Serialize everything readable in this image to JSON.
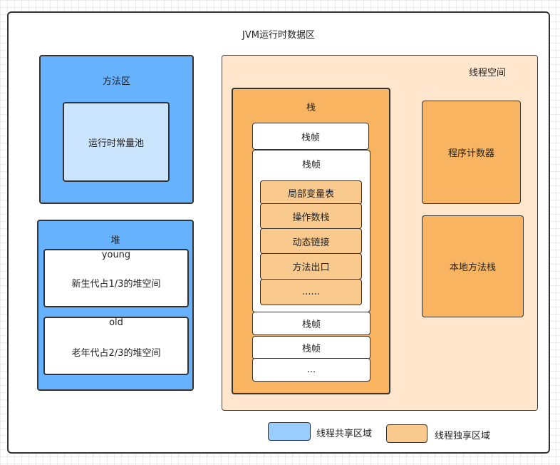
{
  "title": "JVM运行时数据区",
  "method_area": {
    "label": "方法区",
    "constant_pool": "运行时常量池"
  },
  "heap": {
    "label": "堆",
    "young": {
      "name": "young",
      "desc": "新生代占1/3的堆空间"
    },
    "old": {
      "name": "old",
      "desc": "老年代占2/3的堆空间"
    }
  },
  "thread_space": {
    "label": "线程空间",
    "stack": {
      "label": "栈",
      "frames_top": [
        "栈帧"
      ],
      "expanded_frame": {
        "label": "栈帧",
        "items": [
          "局部变量表",
          "操作数栈",
          "动态链接",
          "方法出口",
          "......"
        ]
      },
      "frames_bottom": [
        "栈帧",
        "栈帧",
        "..."
      ]
    },
    "program_counter": "程序计数器",
    "native_stack": "本地方法栈"
  },
  "legend": {
    "shared": {
      "label": "线程共享区域",
      "color": "#99ccff"
    },
    "private": {
      "label": "线程独享区域",
      "color": "#f9c98e"
    }
  }
}
